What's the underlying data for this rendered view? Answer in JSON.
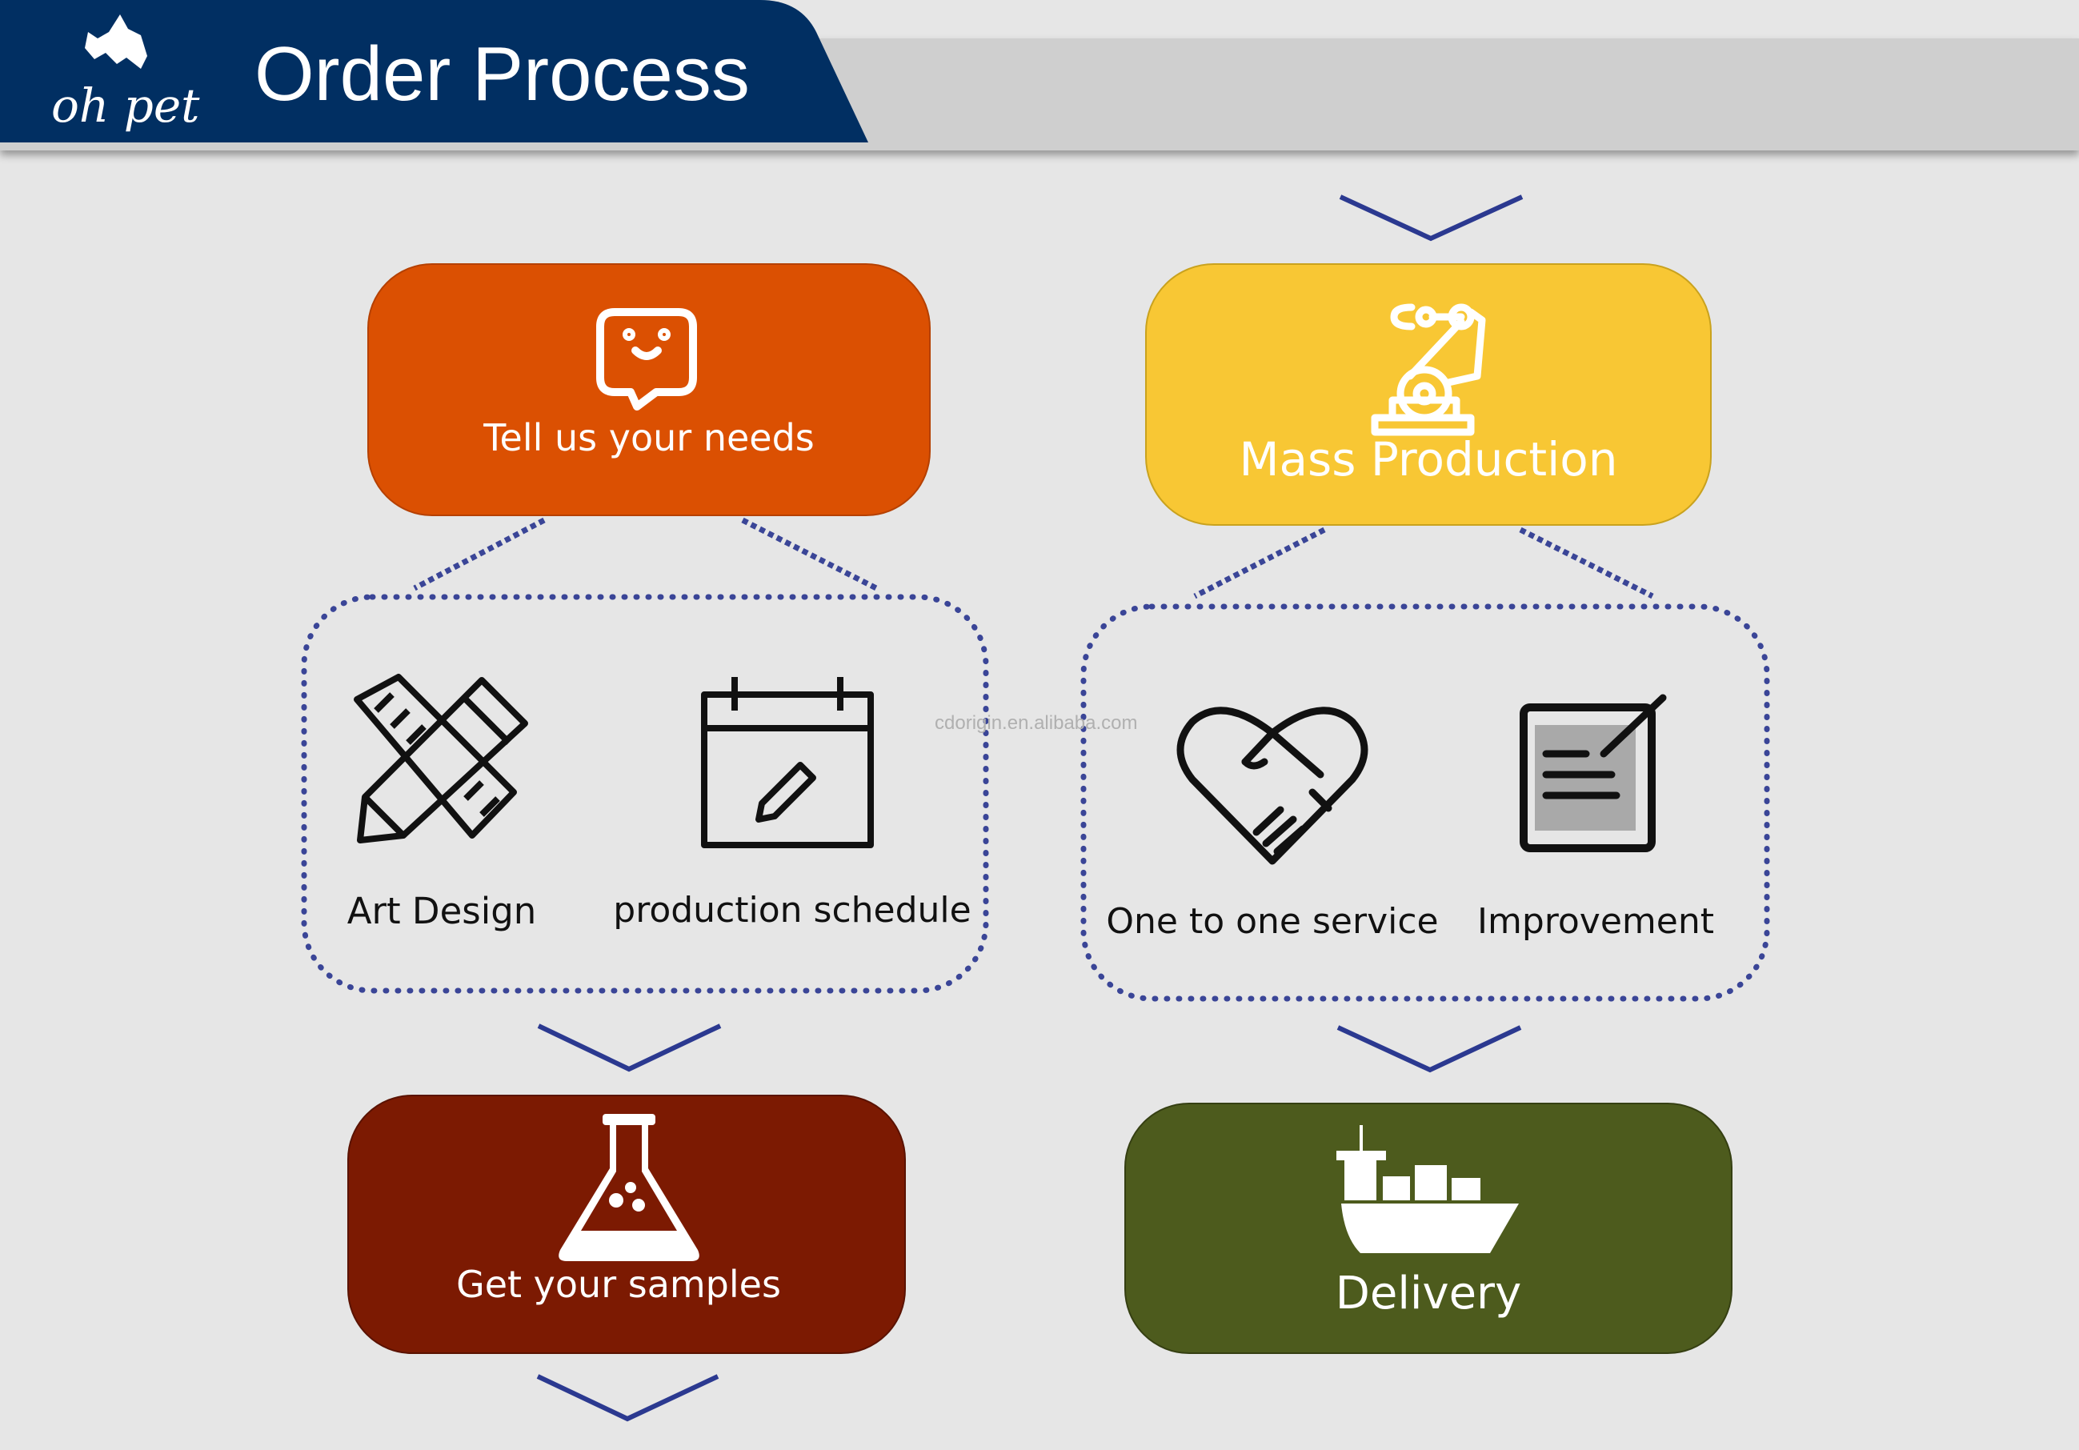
{
  "header": {
    "title": "Order Process",
    "logo_text": "oh pet",
    "colors": {
      "banner": "#012f62",
      "bar": "#cfcfcf"
    }
  },
  "steps": [
    {
      "id": "needs",
      "label": "Tell us your needs",
      "icon": "chat-smile-icon",
      "color": "#db5002"
    },
    {
      "id": "production",
      "label": "Mass Production",
      "icon": "robot-arm-icon",
      "color": "#f8c734"
    },
    {
      "id": "samples",
      "label": "Get your samples",
      "icon": "flask-icon",
      "color": "#7c1a02"
    },
    {
      "id": "delivery",
      "label": "Delivery",
      "icon": "cargo-ship-icon",
      "color": "#4d5b1d"
    }
  ],
  "sub_items": [
    {
      "label": "Art Design",
      "icon": "pencil-ruler-icon"
    },
    {
      "label": "production schedule",
      "icon": "calendar-edit-icon"
    },
    {
      "label": "One to one service",
      "icon": "heart-handshake-icon"
    },
    {
      "label": "Improvement",
      "icon": "document-edit-icon"
    }
  ],
  "watermark": "cdorigin.en.alibaba.com",
  "connector_color": "#2b3990"
}
